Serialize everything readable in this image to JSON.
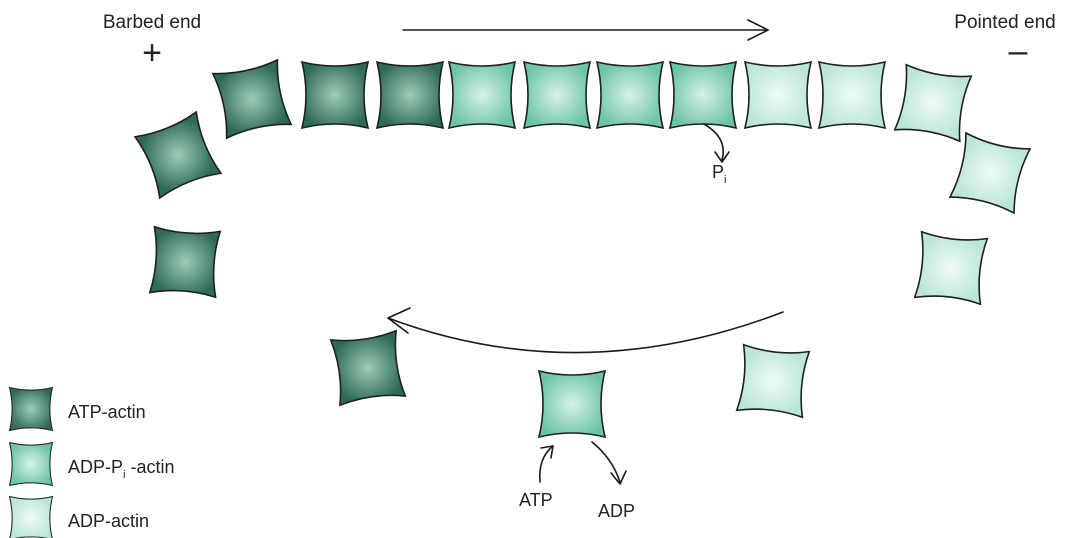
{
  "labels": {
    "barbed_end": "Barbed end",
    "barbed_sign": "+",
    "pointed_end": "Pointed end",
    "pointed_sign": "–",
    "pi_main": "P",
    "pi_sub": "i",
    "atp": "ATP",
    "adp": "ADP"
  },
  "legend": [
    {
      "key": "atp",
      "text": "ATP-actin"
    },
    {
      "key": "adp_pi",
      "text_main": "ADP-P",
      "text_sub": "i",
      "text_tail": " -actin"
    },
    {
      "key": "adp",
      "text": "ADP-actin"
    }
  ],
  "colors": {
    "atp_actin": "#2e6b57",
    "atp_actin_light": "#9fcbb8",
    "adp_pi_actin": "#6cc4a6",
    "adp_pi_actin_light": "#d6f1e6",
    "adp_actin": "#b9e6d6",
    "adp_actin_light": "#effaf5",
    "outline": "#1f1f1f"
  }
}
